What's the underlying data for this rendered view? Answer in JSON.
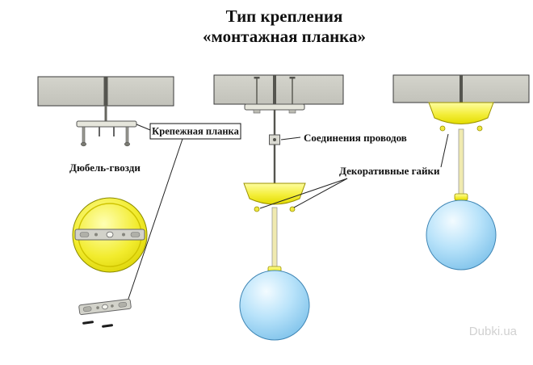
{
  "title": {
    "line1": "Тип крепления",
    "line2": "«монтажная планка»"
  },
  "labels": {
    "mounting_plate": "Крепежная планка",
    "dowel_nails": "Дюбель-гвозди",
    "wire_connections": "Соединения проводов",
    "decorative_nuts": "Декоративные гайки"
  },
  "watermark": "Dubki.ua",
  "colors": {
    "ceiling_gray": "#cbcbc3",
    "canopy_yellow": "#f2ec2e",
    "ball_blue": "#a8dcf8",
    "metal_strip": "#d2d2ca",
    "line_black": "#222222"
  }
}
